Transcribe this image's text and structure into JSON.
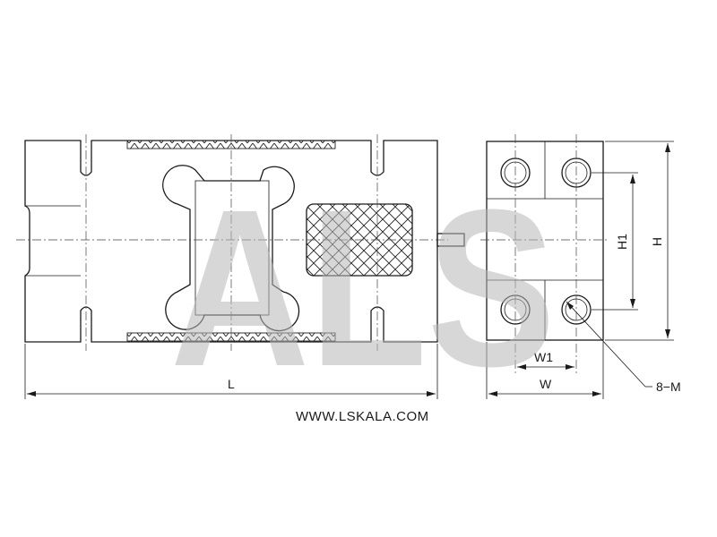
{
  "labels": {
    "length": "L",
    "height": "H",
    "height_inner": "H1",
    "width": "W",
    "width_inner": "W1",
    "hole_spec": "8−M"
  },
  "website": "WWW.LSKALA.COM",
  "watermark": "ALS"
}
